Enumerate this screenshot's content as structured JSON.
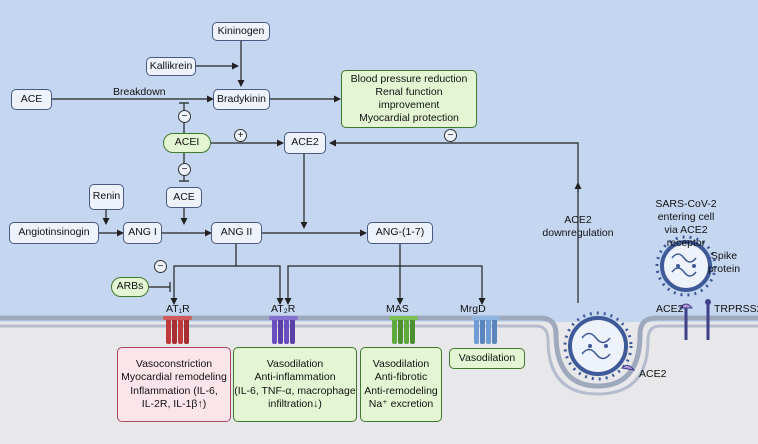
{
  "nodes": {
    "kininogen": "Kininogen",
    "kallikrein": "Kallikrein",
    "ace_top": "ACE",
    "bradykinin": "Bradykinin",
    "acei": "ACEI",
    "ace2": "ACE2",
    "ace_mid": "ACE",
    "renin": "Renin",
    "angiotensinogen": "Angiotinsinogin",
    "ang1": "ANG I",
    "ang2": "ANG II",
    "ang17": "ANG-(1-7)",
    "arbs": "ARBs"
  },
  "edge_labels": {
    "breakdown": "Breakdown",
    "ace2_downregulation": [
      "ACE2",
      "downregulation"
    ]
  },
  "signs": {
    "plus": "+",
    "minus": "−"
  },
  "bradykinin_effects": [
    "Blood pressure reduction",
    "Renal function",
    "improvement",
    "Myocardial protection"
  ],
  "receptors": {
    "at1r": "AT₁R",
    "at2r": "AT₂R",
    "mas": "MAS",
    "mrgd": "MrgD",
    "ace2_left": "ACE2",
    "tmprss2": "TRPRSS2",
    "ace2_virus": "ACE2"
  },
  "virus": {
    "caption": [
      "SARS-CoV-2",
      "entering cell",
      "via ACE2",
      "receptor"
    ],
    "spike": [
      "Spike",
      "protein"
    ]
  },
  "effects": {
    "at1r": [
      "Vasoconstriction",
      "Myocardial remodeling",
      "Inflammation (IL-6,",
      "IL-2R, IL-1β↑)"
    ],
    "at2r": [
      "Vasodilation",
      "Anti-inflammation",
      "(IL-6, TNF-α, macrophage",
      "infiltration↓)"
    ],
    "mas": [
      "Vasodilation",
      "Anti-fibrotic",
      "Anti-remodeling",
      "Na⁺ excretion"
    ],
    "mrgd": "Vasodilation"
  },
  "colors": {
    "background_top": "#c5d7f0",
    "background_bottom": "#e8e8eb",
    "membrane": "#9fa9bd",
    "at1r_receptor": "#c0393b",
    "at2r_receptor": "#6a4fc0",
    "mas_receptor": "#5faa3c",
    "mrgd_receptor": "#6f9cd4",
    "virus": "#3f5a99",
    "green_box": "#e4f5d4",
    "pink_box": "#fbe5ea"
  }
}
